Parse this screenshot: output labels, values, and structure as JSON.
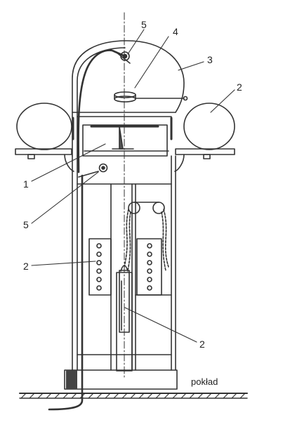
{
  "labels": {
    "num_5_top": "5",
    "num_4": "4",
    "num_3": "3",
    "num_2_right": "2",
    "num_1": "1",
    "num_5_left": "5",
    "num_2_left": "2",
    "num_2_bottom": "2",
    "deck": "pokład"
  }
}
